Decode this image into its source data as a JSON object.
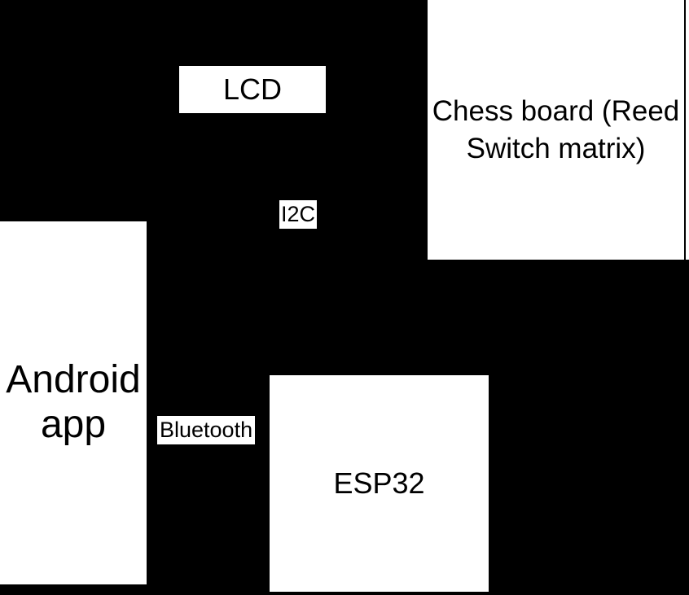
{
  "diagram": {
    "background_color": "#000000",
    "node_fill_color": "#ffffff",
    "node_text_color": "#000000",
    "nodes": {
      "lcd": {
        "label": "LCD"
      },
      "chess_board": {
        "label": "Chess board (Reed Switch matrix)"
      },
      "android_app": {
        "label": "Android app"
      },
      "esp32": {
        "label": "ESP32"
      }
    },
    "edge_labels": {
      "i2c": {
        "label": "I2C"
      },
      "bluetooth": {
        "label": "Bluetooth"
      }
    }
  }
}
